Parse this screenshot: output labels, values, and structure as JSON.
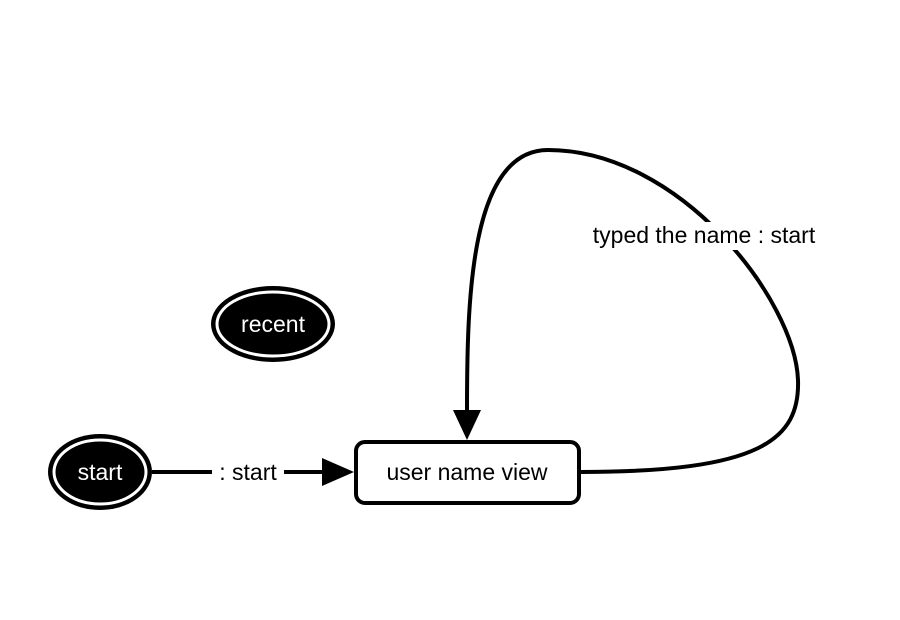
{
  "diagram": {
    "nodes": {
      "recent": {
        "label": "recent"
      },
      "start": {
        "label": "start"
      },
      "user_name_view": {
        "label": "user name view"
      }
    },
    "edges": {
      "start_to_view": {
        "label": ": start"
      },
      "view_self_loop": {
        "label": "typed the name : start"
      }
    }
  }
}
